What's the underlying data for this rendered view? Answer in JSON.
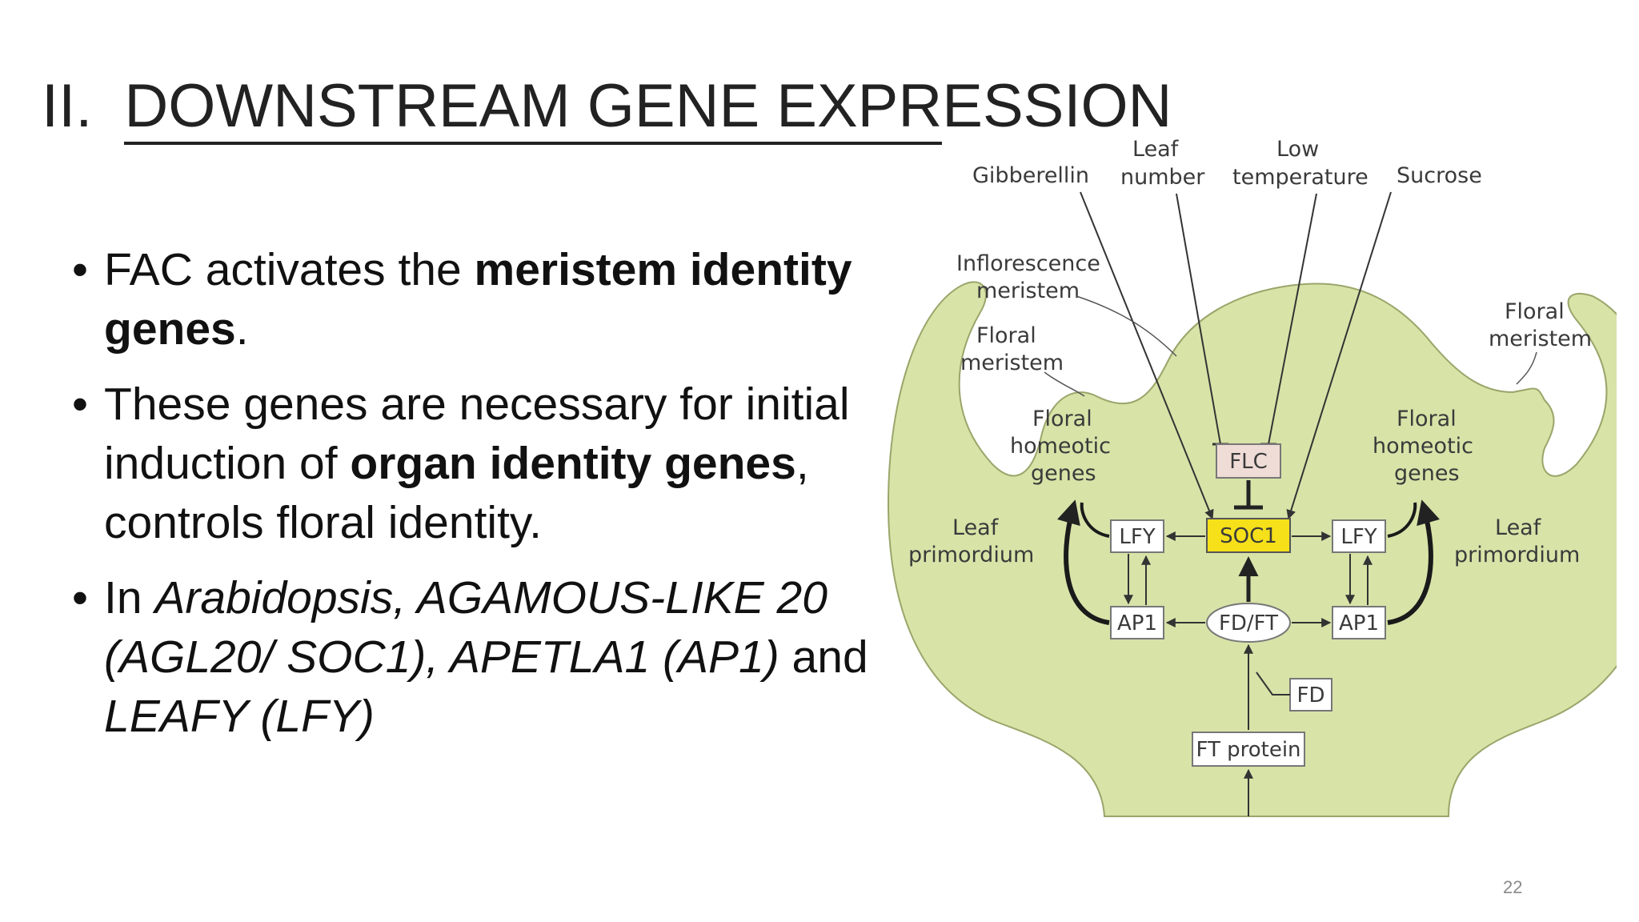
{
  "title": {
    "number": "II.",
    "text_underlined": "DOWNSTREAM GENE EXPR",
    "text_rest": "ESSION"
  },
  "bullets": [
    {
      "p1": "FAC activates the ",
      "b1": "meristem identity genes",
      "p2": "."
    },
    {
      "p1": "These genes are necessary for initial induction of ",
      "b1": "organ identity genes",
      "p2": ", controls floral identity."
    },
    {
      "p1": "In ",
      "i1": "Arabidopsis, AGAMOUS-LIKE 20 (AGL20/ SOC1), APETLA1 (AP1)",
      "p2": " and ",
      "i2": "LEAFY (LFY)"
    }
  ],
  "figure": {
    "inputs": {
      "gibberellin": "Gibberellin",
      "leaf_number_1": "Leaf",
      "leaf_number_2": "number",
      "low_temp_1": "Low",
      "low_temp_2": "temperature",
      "sucrose": "Sucrose"
    },
    "labels": {
      "inflorescence_1": "Inflorescence",
      "inflorescence_2": "meristem",
      "floral_meristem_left_1": "Floral",
      "floral_meristem_left_2": "meristem",
      "floral_meristem_right_1": "Floral",
      "floral_meristem_right_2": "meristem",
      "homeotic_left_1": "Floral",
      "homeotic_left_2": "homeotic",
      "homeotic_left_3": "genes",
      "homeotic_right_1": "Floral",
      "homeotic_right_2": "homeotic",
      "homeotic_right_3": "genes",
      "leaf_primordium_left_1": "Leaf",
      "leaf_primordium_left_2": "primordium",
      "leaf_primordium_right_1": "Leaf",
      "leaf_primordium_right_2": "primordium"
    },
    "boxes": {
      "flc": "FLC",
      "soc1": "SOC1",
      "lfy_left": "LFY",
      "lfy_right": "LFY",
      "ap1_left": "AP1",
      "ap1_right": "AP1",
      "fd_ft": "FD/FT",
      "fd": "FD",
      "ft_protein": "FT protein"
    },
    "colors": {
      "tissue": "#d8e3a8",
      "tissue_outline": "#9aa56a",
      "soc1_fill": "#f5e01a",
      "flc_fill": "#f0dcd6"
    }
  },
  "page_number": "22"
}
